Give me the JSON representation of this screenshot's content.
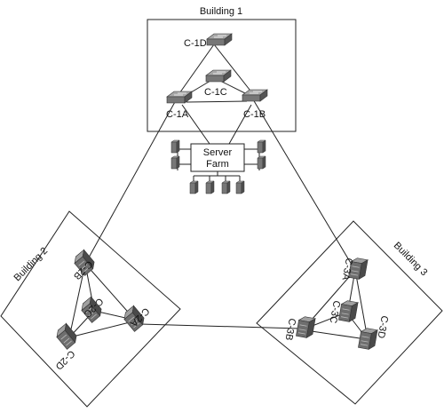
{
  "buildings": {
    "b1": {
      "title": "Building 1"
    },
    "b2": {
      "title": "Building 2"
    },
    "b3": {
      "title": "Building 3"
    }
  },
  "switches": {
    "c1d": "C-1D",
    "c1c": "C-1C",
    "c1a": "C-1A",
    "c1b": "C-1B",
    "c2a": "C-2A",
    "c2b": "C-2B",
    "c2c": "C-2C",
    "c2d": "C-2D",
    "c3a": "C-3A",
    "c3b": "C-3B",
    "c3c": "C-3C",
    "c3d": "C-3D"
  },
  "server_farm": {
    "line1": "Server",
    "line2": "Farm"
  },
  "colors": {
    "line": "#222222",
    "switch_top": "#9a9a9a",
    "switch_side": "#5a5a5a",
    "switch_front": "#777777"
  }
}
